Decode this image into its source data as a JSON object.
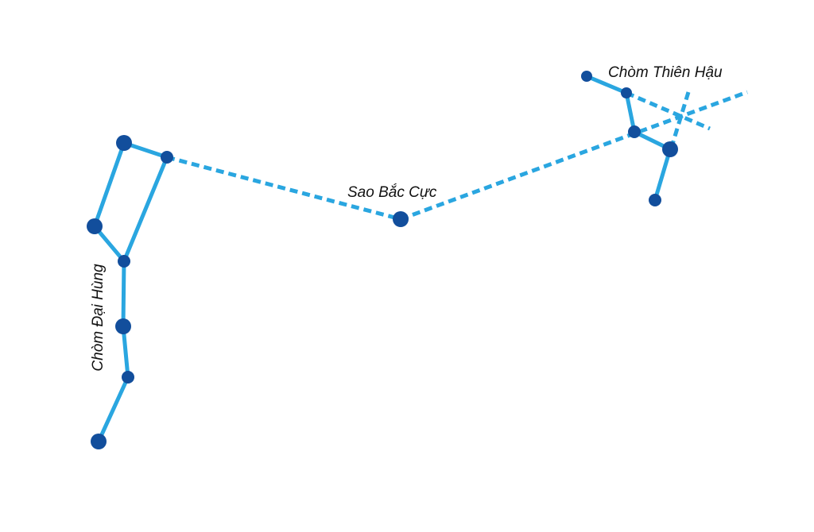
{
  "labels": {
    "ursa_major": "Chòm Đại Hùng",
    "polaris": "Sao Bắc Cực",
    "cassiopeia": "Chòm Thiên Hậu"
  },
  "colors": {
    "line": "#2aa6e0",
    "star": "#124e9c",
    "background": "#ffffff",
    "text": "#111111"
  }
}
